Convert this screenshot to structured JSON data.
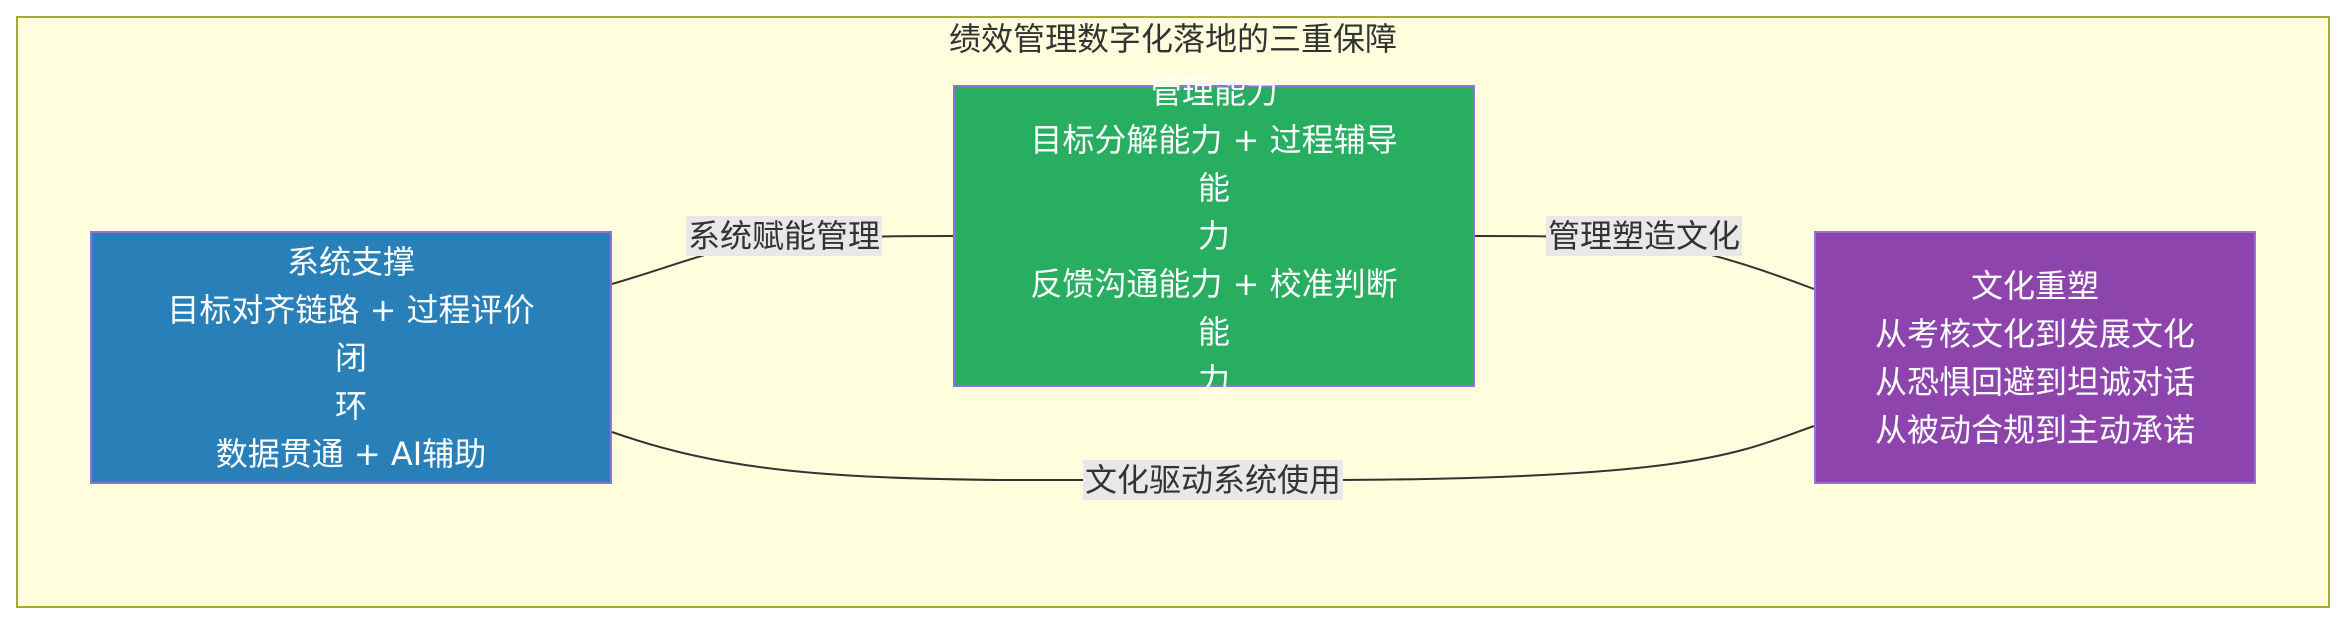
{
  "diagram": {
    "title": "绩效管理数字化落地的三重保障",
    "nodes": {
      "system": {
        "lines": [
          "系统支撑",
          "目标对齐链路 + 过程评价闭",
          "环",
          "数据贯通 + AI辅助"
        ],
        "color": "#2980b9"
      },
      "management": {
        "lines": [
          "管理能力",
          "目标分解能力 + 过程辅导能",
          "力",
          "反馈沟通能力 + 校准判断能",
          "力"
        ],
        "color": "#27ae60"
      },
      "culture": {
        "lines": [
          "文化重塑",
          "从考核文化到发展文化",
          "从恐惧回避到坦诚对话",
          "从被动合规到主动承诺"
        ],
        "color": "#8e44ad"
      }
    },
    "edges": [
      {
        "from": "system",
        "to": "management",
        "label": "系统赋能管理"
      },
      {
        "from": "management",
        "to": "culture",
        "label": "管理塑造文化"
      },
      {
        "from": "culture",
        "to": "system",
        "label": "文化驱动系统使用"
      }
    ],
    "colors": {
      "frame_fill": "#ffffde",
      "frame_border": "#aaaa33",
      "node_border": "#9370db",
      "edge_line": "#333333",
      "edge_label_bg": "#e8e8e8"
    }
  }
}
